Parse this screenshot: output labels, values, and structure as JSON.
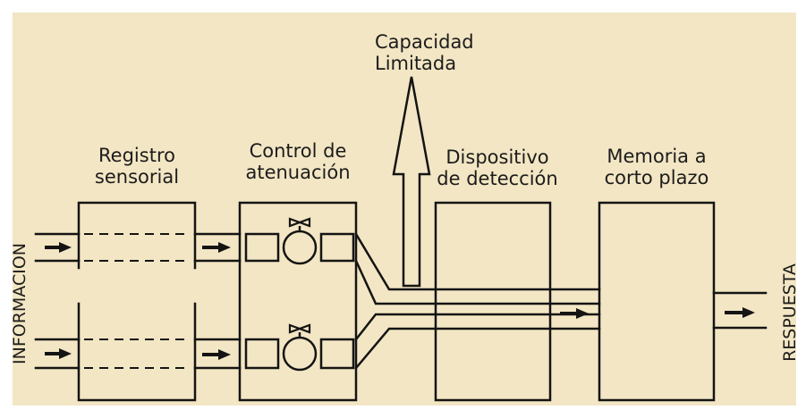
{
  "diagram": {
    "background_color": "#f3e6c4",
    "line_color": "#141414",
    "labels": {
      "capacity": "Capacidad\nLimitada",
      "sensory_register": "Registro\nsensorial",
      "attenuation_control": "Control de\natenuación",
      "detection_device": "Dispositivo\nde detección",
      "short_term_memory": "Memoria a\ncorto plazo",
      "input": "INFORMACION",
      "output": "RESPUESTA"
    },
    "icons": {
      "valve": "valve-icon",
      "arrow": "right-arrow-icon",
      "capacity_arrow": "up-arrow-icon"
    }
  }
}
